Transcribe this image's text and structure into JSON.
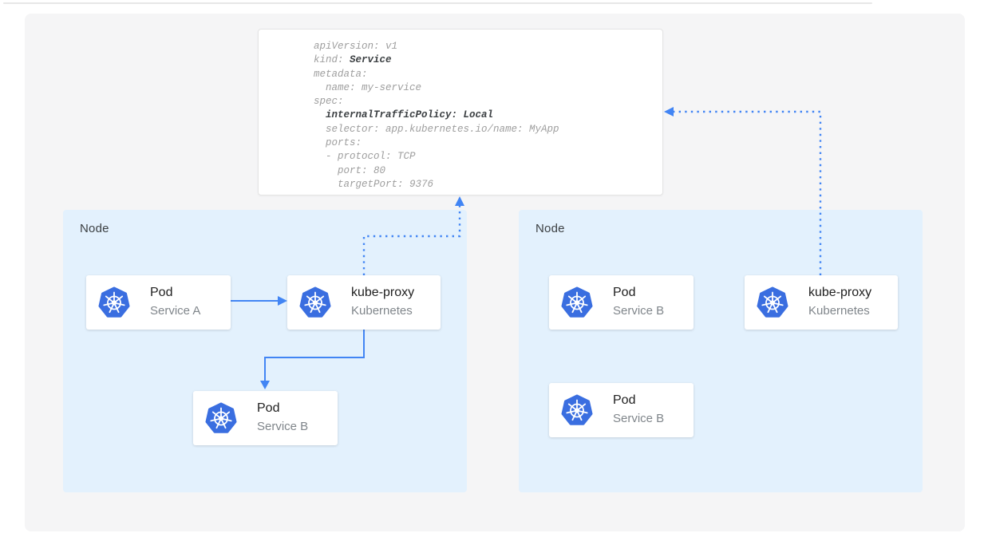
{
  "colors": {
    "accent_blue": "#4285f4",
    "kubernetes_blue": "#3a6ee0",
    "node_bg": "#e3f1fd",
    "panel_bg": "#f5f5f6",
    "code_text": "#9e9e9e",
    "code_bold": "#3c4043",
    "title_text": "#212121",
    "subtitle_text": "#80868b"
  },
  "service_manifest": {
    "lines": [
      {
        "segments": [
          {
            "text": "apiVersion: v1"
          }
        ]
      },
      {
        "segments": [
          {
            "text": "kind: "
          },
          {
            "text": "Service",
            "bold": true
          }
        ]
      },
      {
        "segments": [
          {
            "text": "metadata:"
          }
        ]
      },
      {
        "segments": [
          {
            "text": "  name: my-service"
          }
        ]
      },
      {
        "segments": [
          {
            "text": "spec:"
          }
        ]
      },
      {
        "segments": [
          {
            "text": "  "
          },
          {
            "text": "internalTrafficPolicy: Local",
            "bold": true
          }
        ]
      },
      {
        "segments": [
          {
            "text": "  selector: app.kubernetes.io/name: MyApp"
          }
        ]
      },
      {
        "segments": [
          {
            "text": "  ports:"
          }
        ]
      },
      {
        "segments": [
          {
            "text": "  - protocol: TCP"
          }
        ]
      },
      {
        "segments": [
          {
            "text": "    port: 80"
          }
        ]
      },
      {
        "segments": [
          {
            "text": "    targetPort: 9376"
          }
        ]
      }
    ]
  },
  "nodes": [
    {
      "label": "Node",
      "cards": [
        {
          "title": "Pod",
          "subtitle": "Service A",
          "icon": "kubernetes-icon"
        },
        {
          "title": "kube-proxy",
          "subtitle": "Kubernetes",
          "icon": "kubernetes-icon"
        },
        {
          "title": "Pod",
          "subtitle": "Service B",
          "icon": "kubernetes-icon"
        }
      ]
    },
    {
      "label": "Node",
      "cards": [
        {
          "title": "Pod",
          "subtitle": "Service B",
          "icon": "kubernetes-icon"
        },
        {
          "title": "kube-proxy",
          "subtitle": "Kubernetes",
          "icon": "kubernetes-icon"
        },
        {
          "title": "Pod",
          "subtitle": "Service B",
          "icon": "kubernetes-icon"
        }
      ]
    }
  ],
  "connections": [
    {
      "from": "pod-service-a",
      "to": "kube-proxy-node1",
      "style": "solid-arrow"
    },
    {
      "from": "kube-proxy-node1",
      "to": "pod-service-b-node1",
      "style": "solid-arrow"
    },
    {
      "from": "kube-proxy-node1",
      "to": "service-manifest",
      "style": "dotted-arrow"
    },
    {
      "from": "service-manifest",
      "to": "kube-proxy-node2",
      "style": "dotted-arrow"
    }
  ]
}
